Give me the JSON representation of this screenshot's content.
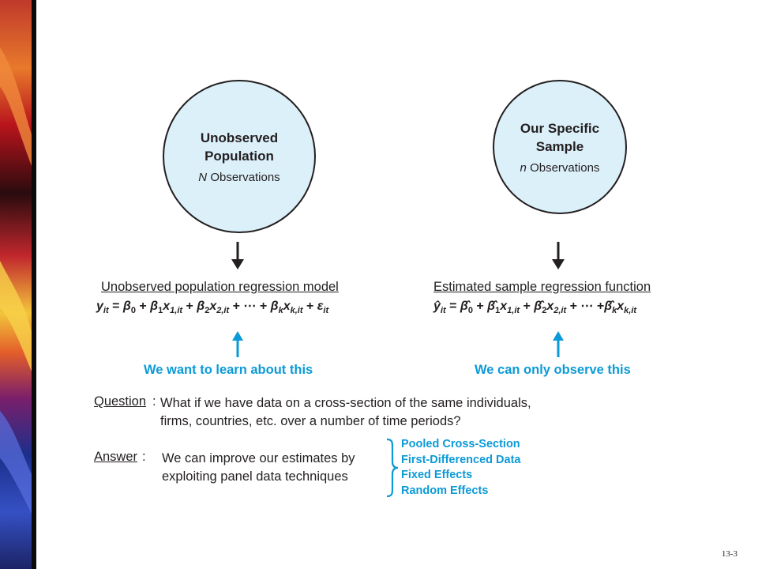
{
  "colors": {
    "accent": "#0b9ad7",
    "circle_fill": "#dcf0fa",
    "text": "#231f20"
  },
  "population": {
    "circle_title_line1": "Unobserved",
    "circle_title_line2": "Population",
    "circle_count_symbol": "N",
    "circle_count_label": "Observations",
    "heading": "Unobserved population regression model",
    "formula_text": "y_it = β_0 + β_1 x_1,it + β_2 x_2,it + ⋯ + β_k x_k,it + ε_it",
    "caption": "We want to learn about this"
  },
  "sample": {
    "circle_title_line1": "Our Specific",
    "circle_title_line2": "Sample",
    "circle_count_symbol": "n",
    "circle_count_label": "Observations",
    "heading": "Estimated sample regression function",
    "formula_text": "ŷ_it = β̂_0 + β̂_1 x_1,it + β̂_2 x_2,it + ⋯ + β̂_k x_k,it",
    "caption": "We can only observe this"
  },
  "question": {
    "label": "Question",
    "line1": "What if we have data on a cross-section of the same individuals,",
    "line2": "firms, countries, etc. over a number of time periods?"
  },
  "answer": {
    "label": "Answer",
    "line1": "We can improve our estimates by",
    "line2": "exploiting panel data techniques",
    "methods": [
      "Pooled Cross-Section",
      "First-Differenced Data",
      "Fixed Effects",
      "Random Effects"
    ]
  },
  "slide_number": "13-3"
}
